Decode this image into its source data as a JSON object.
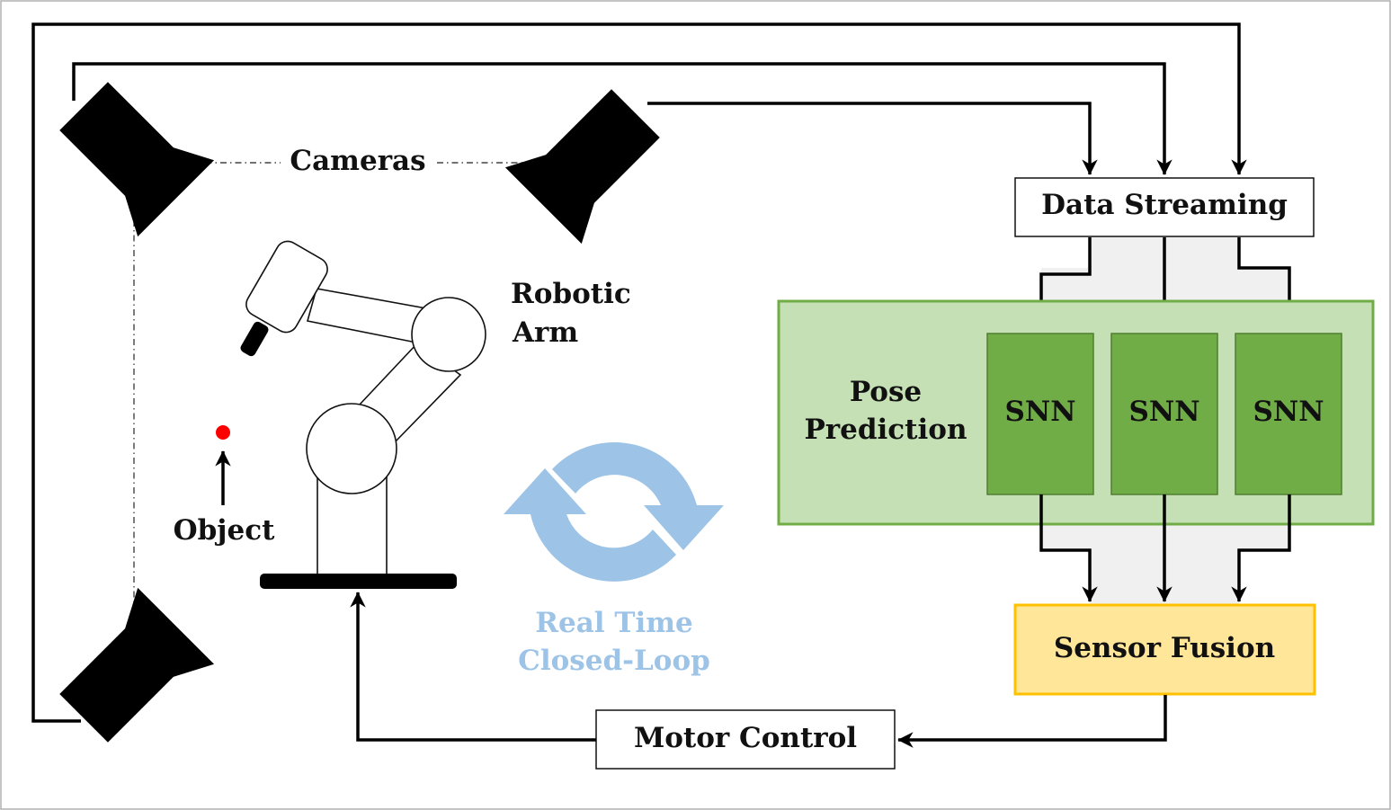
{
  "labels": {
    "cameras": "Cameras",
    "data_streaming": "Data Streaming",
    "robotic_arm_line1": "Robotic",
    "robotic_arm_line2": "Arm",
    "pose_prediction_line1": "Pose",
    "pose_prediction_line2": "Prediction",
    "snn_units": [
      "SNN",
      "SNN",
      "SNN"
    ],
    "object": "Object",
    "loop_line1": "Real Time",
    "loop_line2": "Closed-Loop",
    "sensor_fusion": "Sensor Fusion",
    "motor_control": "Motor Control"
  },
  "icons": {
    "cameras": [
      "camera-icon",
      "camera-icon",
      "camera-icon"
    ],
    "loop": "refresh-cycle-icon",
    "object_marker": "red-dot"
  },
  "colors": {
    "pose_panel_fill": "#c5e0b4",
    "pose_panel_border": "#70ad47",
    "snn_fill": "#70ad47",
    "snn_border": "#507e32",
    "fusion_fill": "#ffe699",
    "fusion_border": "#ffc000",
    "loop_blue": "#9dc3e6",
    "channel_gray": "#f0f0f0",
    "object_red": "#ff0000"
  }
}
